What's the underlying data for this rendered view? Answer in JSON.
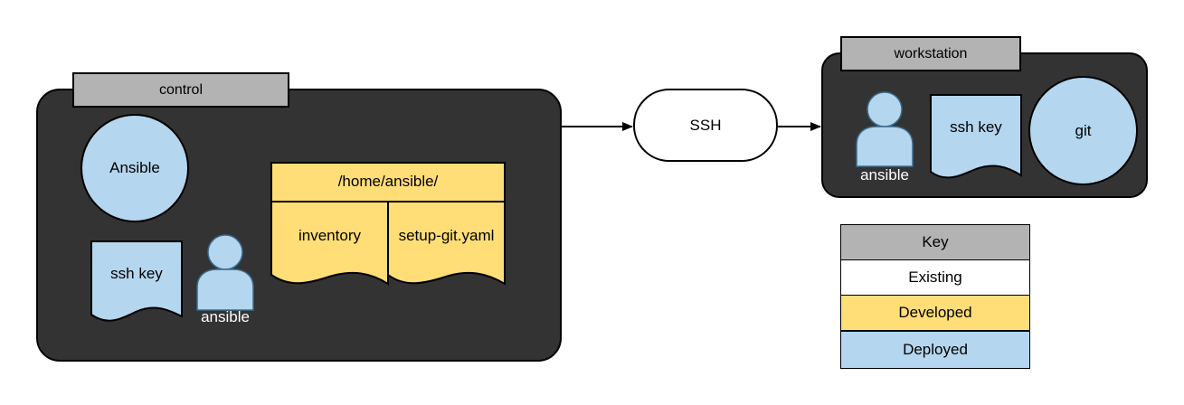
{
  "control": {
    "title": "control",
    "ansible_circle": "Ansible",
    "ssh_key": "ssh key",
    "user_label": "ansible",
    "folder": "/home/ansible/",
    "files": [
      "inventory",
      "setup-git.yaml"
    ]
  },
  "ssh": {
    "label": "SSH"
  },
  "workstation": {
    "title": "workstation",
    "user_label": "ansible",
    "ssh_key": "ssh key",
    "git": "git"
  },
  "key": {
    "title": "Key",
    "items": [
      {
        "label": "Existing",
        "color": "#ffffff"
      },
      {
        "label": "Developed",
        "color": "#ffdd77"
      },
      {
        "label": "Deployed",
        "color": "#b4d6ee"
      }
    ]
  },
  "colors": {
    "dark": "#333333",
    "tab": "#b3b3b3",
    "developed": "#ffdd77",
    "deployed": "#b4d6ee"
  }
}
